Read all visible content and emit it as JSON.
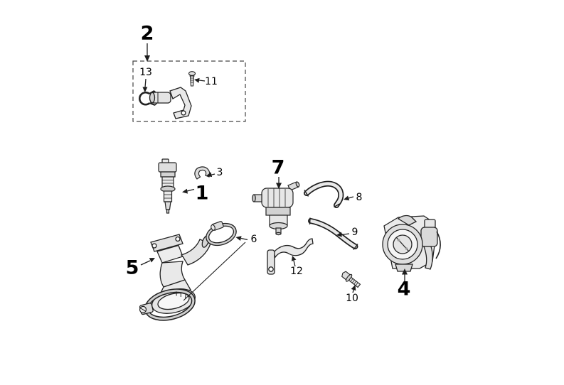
{
  "diagram": {
    "background_color": "#ffffff",
    "line_color": "#1d1d1d",
    "label_color": "#000000",
    "callouts": {
      "part1": "1",
      "part2": "2",
      "part3": "3",
      "part4": "4",
      "part5": "5",
      "part6": "6",
      "part7": "7",
      "part8": "8",
      "part9": "9",
      "part10": "10",
      "part11": "11",
      "part12": "12",
      "part13": "13"
    }
  }
}
